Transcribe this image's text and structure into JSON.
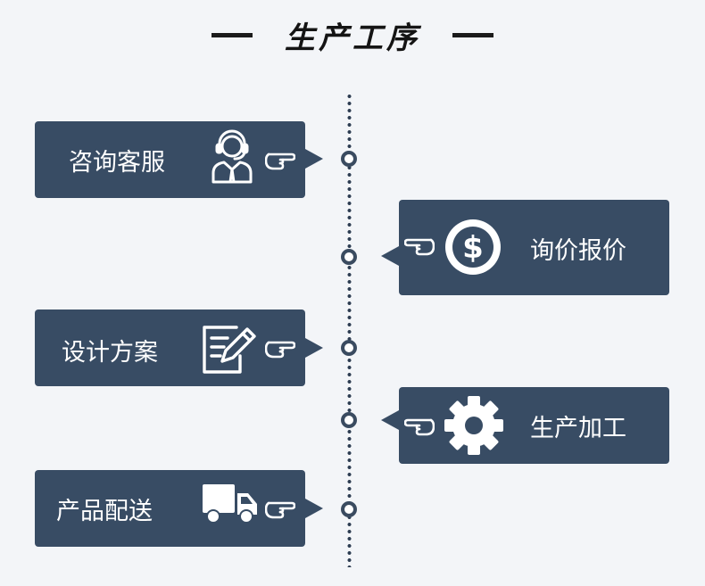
{
  "title": "生产工序",
  "steps": [
    {
      "label": "咨询客服",
      "icon": "customer-service-headset-icon",
      "side": "left"
    },
    {
      "label": "询价报价",
      "icon": "dollar-coin-icon",
      "side": "right"
    },
    {
      "label": "设计方案",
      "icon": "document-pen-icon",
      "side": "left"
    },
    {
      "label": "生产加工",
      "icon": "gear-icon",
      "side": "right"
    },
    {
      "label": "产品配送",
      "icon": "delivery-truck-icon",
      "side": "left"
    }
  ],
  "colors": {
    "card": "#384c64",
    "background": "#f3f5f8",
    "timeline": "#2d3d52",
    "title": "#141414"
  }
}
